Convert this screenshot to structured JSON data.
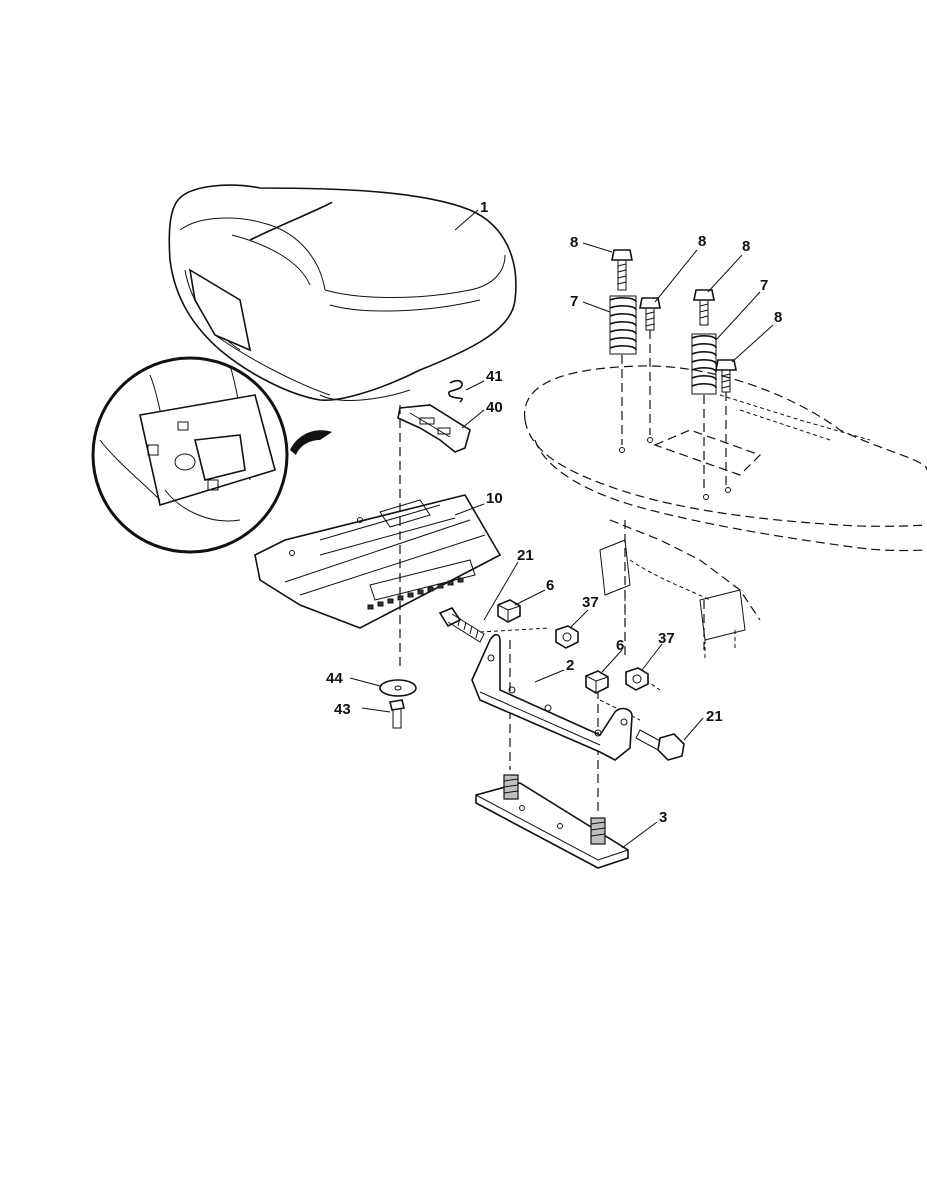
{
  "callouts": [
    {
      "id": "c1",
      "label": "1"
    },
    {
      "id": "c8a",
      "label": "8"
    },
    {
      "id": "c8b",
      "label": "8"
    },
    {
      "id": "c8c",
      "label": "8"
    },
    {
      "id": "c8d",
      "label": "8"
    },
    {
      "id": "c7a",
      "label": "7"
    },
    {
      "id": "c7b",
      "label": "7"
    },
    {
      "id": "c41",
      "label": "41"
    },
    {
      "id": "c40",
      "label": "40"
    },
    {
      "id": "c10",
      "label": "10"
    },
    {
      "id": "c21a",
      "label": "21"
    },
    {
      "id": "c21b",
      "label": "21"
    },
    {
      "id": "c6a",
      "label": "6"
    },
    {
      "id": "c6b",
      "label": "6"
    },
    {
      "id": "c37a",
      "label": "37"
    },
    {
      "id": "c37b",
      "label": "37"
    },
    {
      "id": "c2",
      "label": "2"
    },
    {
      "id": "c3",
      "label": "3"
    },
    {
      "id": "c44",
      "label": "44"
    },
    {
      "id": "c43",
      "label": "43"
    }
  ]
}
